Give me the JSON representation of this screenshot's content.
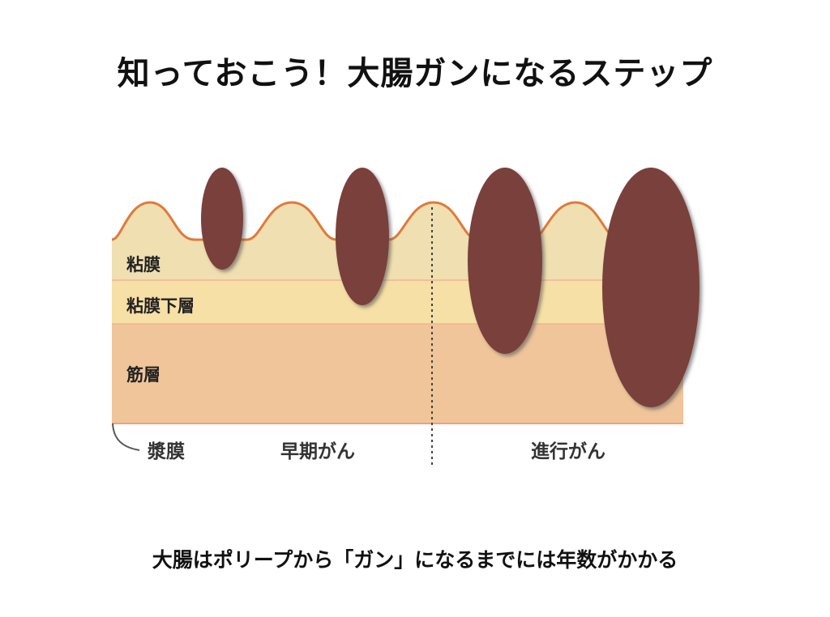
{
  "title": "知っておこう！大腸ガンになるステップ",
  "caption": "大腸はポリープから「ガン」になるまでには年数がかかる",
  "layers": {
    "mucosa": "粘膜",
    "submucosa": "粘膜下層",
    "muscle": "筋層",
    "serosa": "漿膜"
  },
  "stages": {
    "early": "早期がん",
    "advanced": "進行がん"
  },
  "colors": {
    "mucosa": "#f0dfb0",
    "submucosa": "#f7e0a6",
    "muscle": "#f0c59a",
    "surface_line": "#e07a3a",
    "tumor": "#7a3f3a"
  }
}
